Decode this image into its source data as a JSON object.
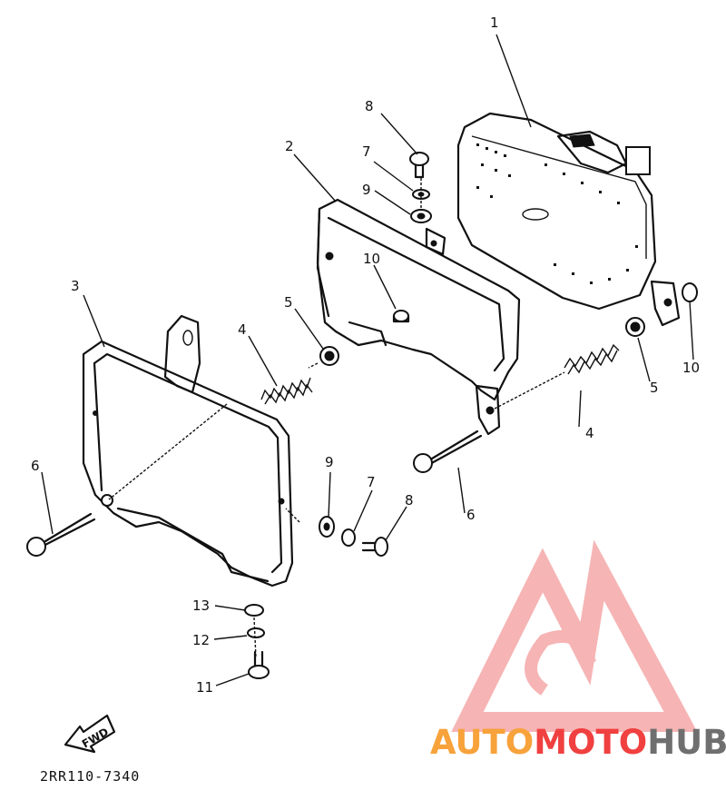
{
  "callouts": {
    "p1": "1",
    "p2": "2",
    "p3": "3",
    "p4a": "4",
    "p4b": "4",
    "p5a": "5",
    "p5b": "5",
    "p6a": "6",
    "p6b": "6",
    "p7a": "7",
    "p7b": "7",
    "p8a": "8",
    "p8b": "8",
    "p9a": "9",
    "p9b": "9",
    "p10a": "10",
    "p10b": "10",
    "p11": "11",
    "p12": "12",
    "p13": "13"
  },
  "direction_label": "FWD",
  "part_code": "2RR110-7340",
  "watermark": {
    "part1": "AUTO",
    "part2": "MOTO",
    "part3": "HUB",
    "colors": {
      "orange": "#f7a23a",
      "red": "#f04040",
      "gray": "#6f6f6f",
      "logo": "#f5a8a8"
    }
  }
}
